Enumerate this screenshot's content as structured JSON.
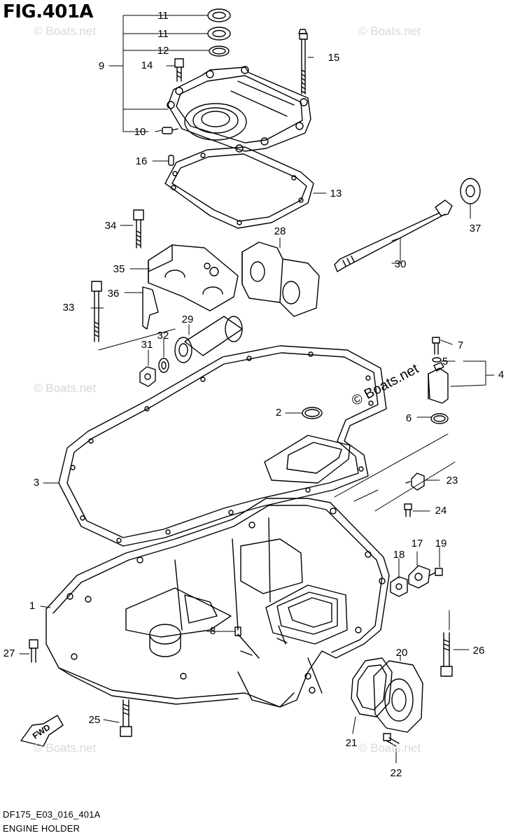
{
  "figure": {
    "title": "FIG.401A",
    "code": "DF175_E03_016_401A",
    "name": "ENGINE HOLDER"
  },
  "watermark": {
    "text": "© Boats.net"
  },
  "fwd_arrow": {
    "label": "FWD"
  },
  "callouts": [
    "1",
    "2",
    "3",
    "4",
    "5",
    "6",
    "7",
    "8",
    "9",
    "10",
    "11",
    "11",
    "12",
    "13",
    "14",
    "15",
    "16",
    "17",
    "18",
    "19",
    "20",
    "21",
    "22",
    "23",
    "24",
    "25",
    "26",
    "27",
    "28",
    "29",
    "30",
    "31",
    "32",
    "33",
    "34",
    "35",
    "36",
    "37"
  ],
  "colors": {
    "line": "#000000",
    "watermark": "#d6d6d6",
    "background": "#ffffff"
  }
}
